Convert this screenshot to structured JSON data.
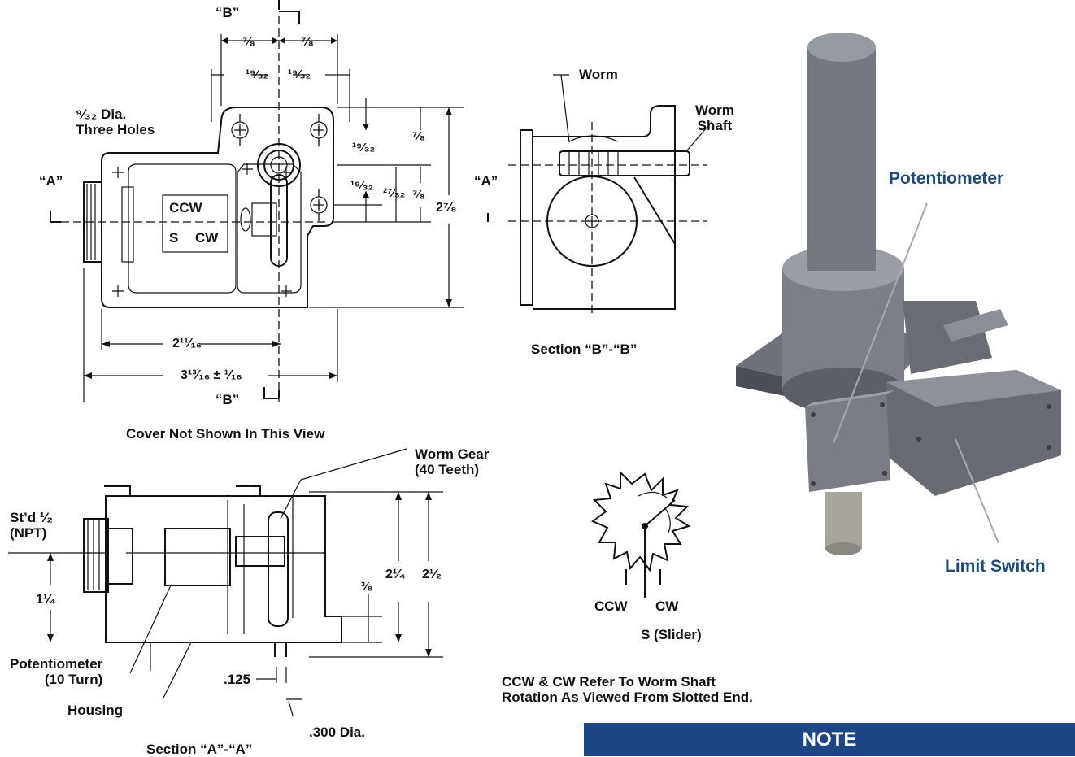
{
  "labels": {
    "b_top": "“B”",
    "b_bottom": "“B”",
    "a_left": "“A”",
    "a_right": "“A”",
    "d_7_8_left": "⁷⁄₈",
    "d_7_8_right": "⁷⁄₈",
    "d_19_32_left": "¹⁹⁄₃₂",
    "d_19_32_right": "¹⁹⁄₃₂",
    "holes": "⁹⁄₃₂ Dia.\nThree Holes",
    "ccw_box": "CCW",
    "cw_box": "CW",
    "s_box": "S",
    "d_19_32_v1": "¹⁹⁄₃₂",
    "d_7_8_v1": "⁷⁄₈",
    "d_19_32_v2": "¹⁹⁄₃₂",
    "d_27_32": "²⁷⁄₃₂",
    "d_7_8_v2": "⁷⁄₈",
    "d_2_7_8": "2⁷⁄₈",
    "d_2_11_16": "2¹¹⁄₁₆",
    "d_3_13_16": "3¹³⁄₁₆ ± ¹⁄₁₆",
    "cover_note": "Cover Not Shown In This View",
    "worm": "Worm",
    "worm_shaft": "Worm\nShaft",
    "section_bb": "Section “B”-“B”",
    "worm_gear": "Worm Gear\n(40 Teeth)",
    "std_npt": "St’d ¹⁄₂\n(NPT)",
    "d_1_1_4": "1¹⁄₄",
    "d_2_1_4": "2¹⁄₄",
    "d_2_1_2": "2¹⁄₂",
    "d_3_8": "³⁄₈",
    "pot_10": "Potentiometer\n(10 Turn)",
    "housing": "Housing",
    "d_125": ".125",
    "d_300": ".300 Dia.",
    "section_aa": "Section “A”-“A”",
    "ccw_gear": "CCW",
    "cw_gear": "CW",
    "slider": "S (Slider)",
    "rotation_note": "CCW & CW Refer To Worm Shaft\nRotation As Viewed From Slotted End.",
    "potentiometer_callout": "Potentiometer",
    "limit_switch_callout": "Limit Switch",
    "note": "NOTE"
  },
  "colors": {
    "accent_blue": "#1c4a7e",
    "note_bar": "#1c4684",
    "render_gray": "#7d8088"
  }
}
